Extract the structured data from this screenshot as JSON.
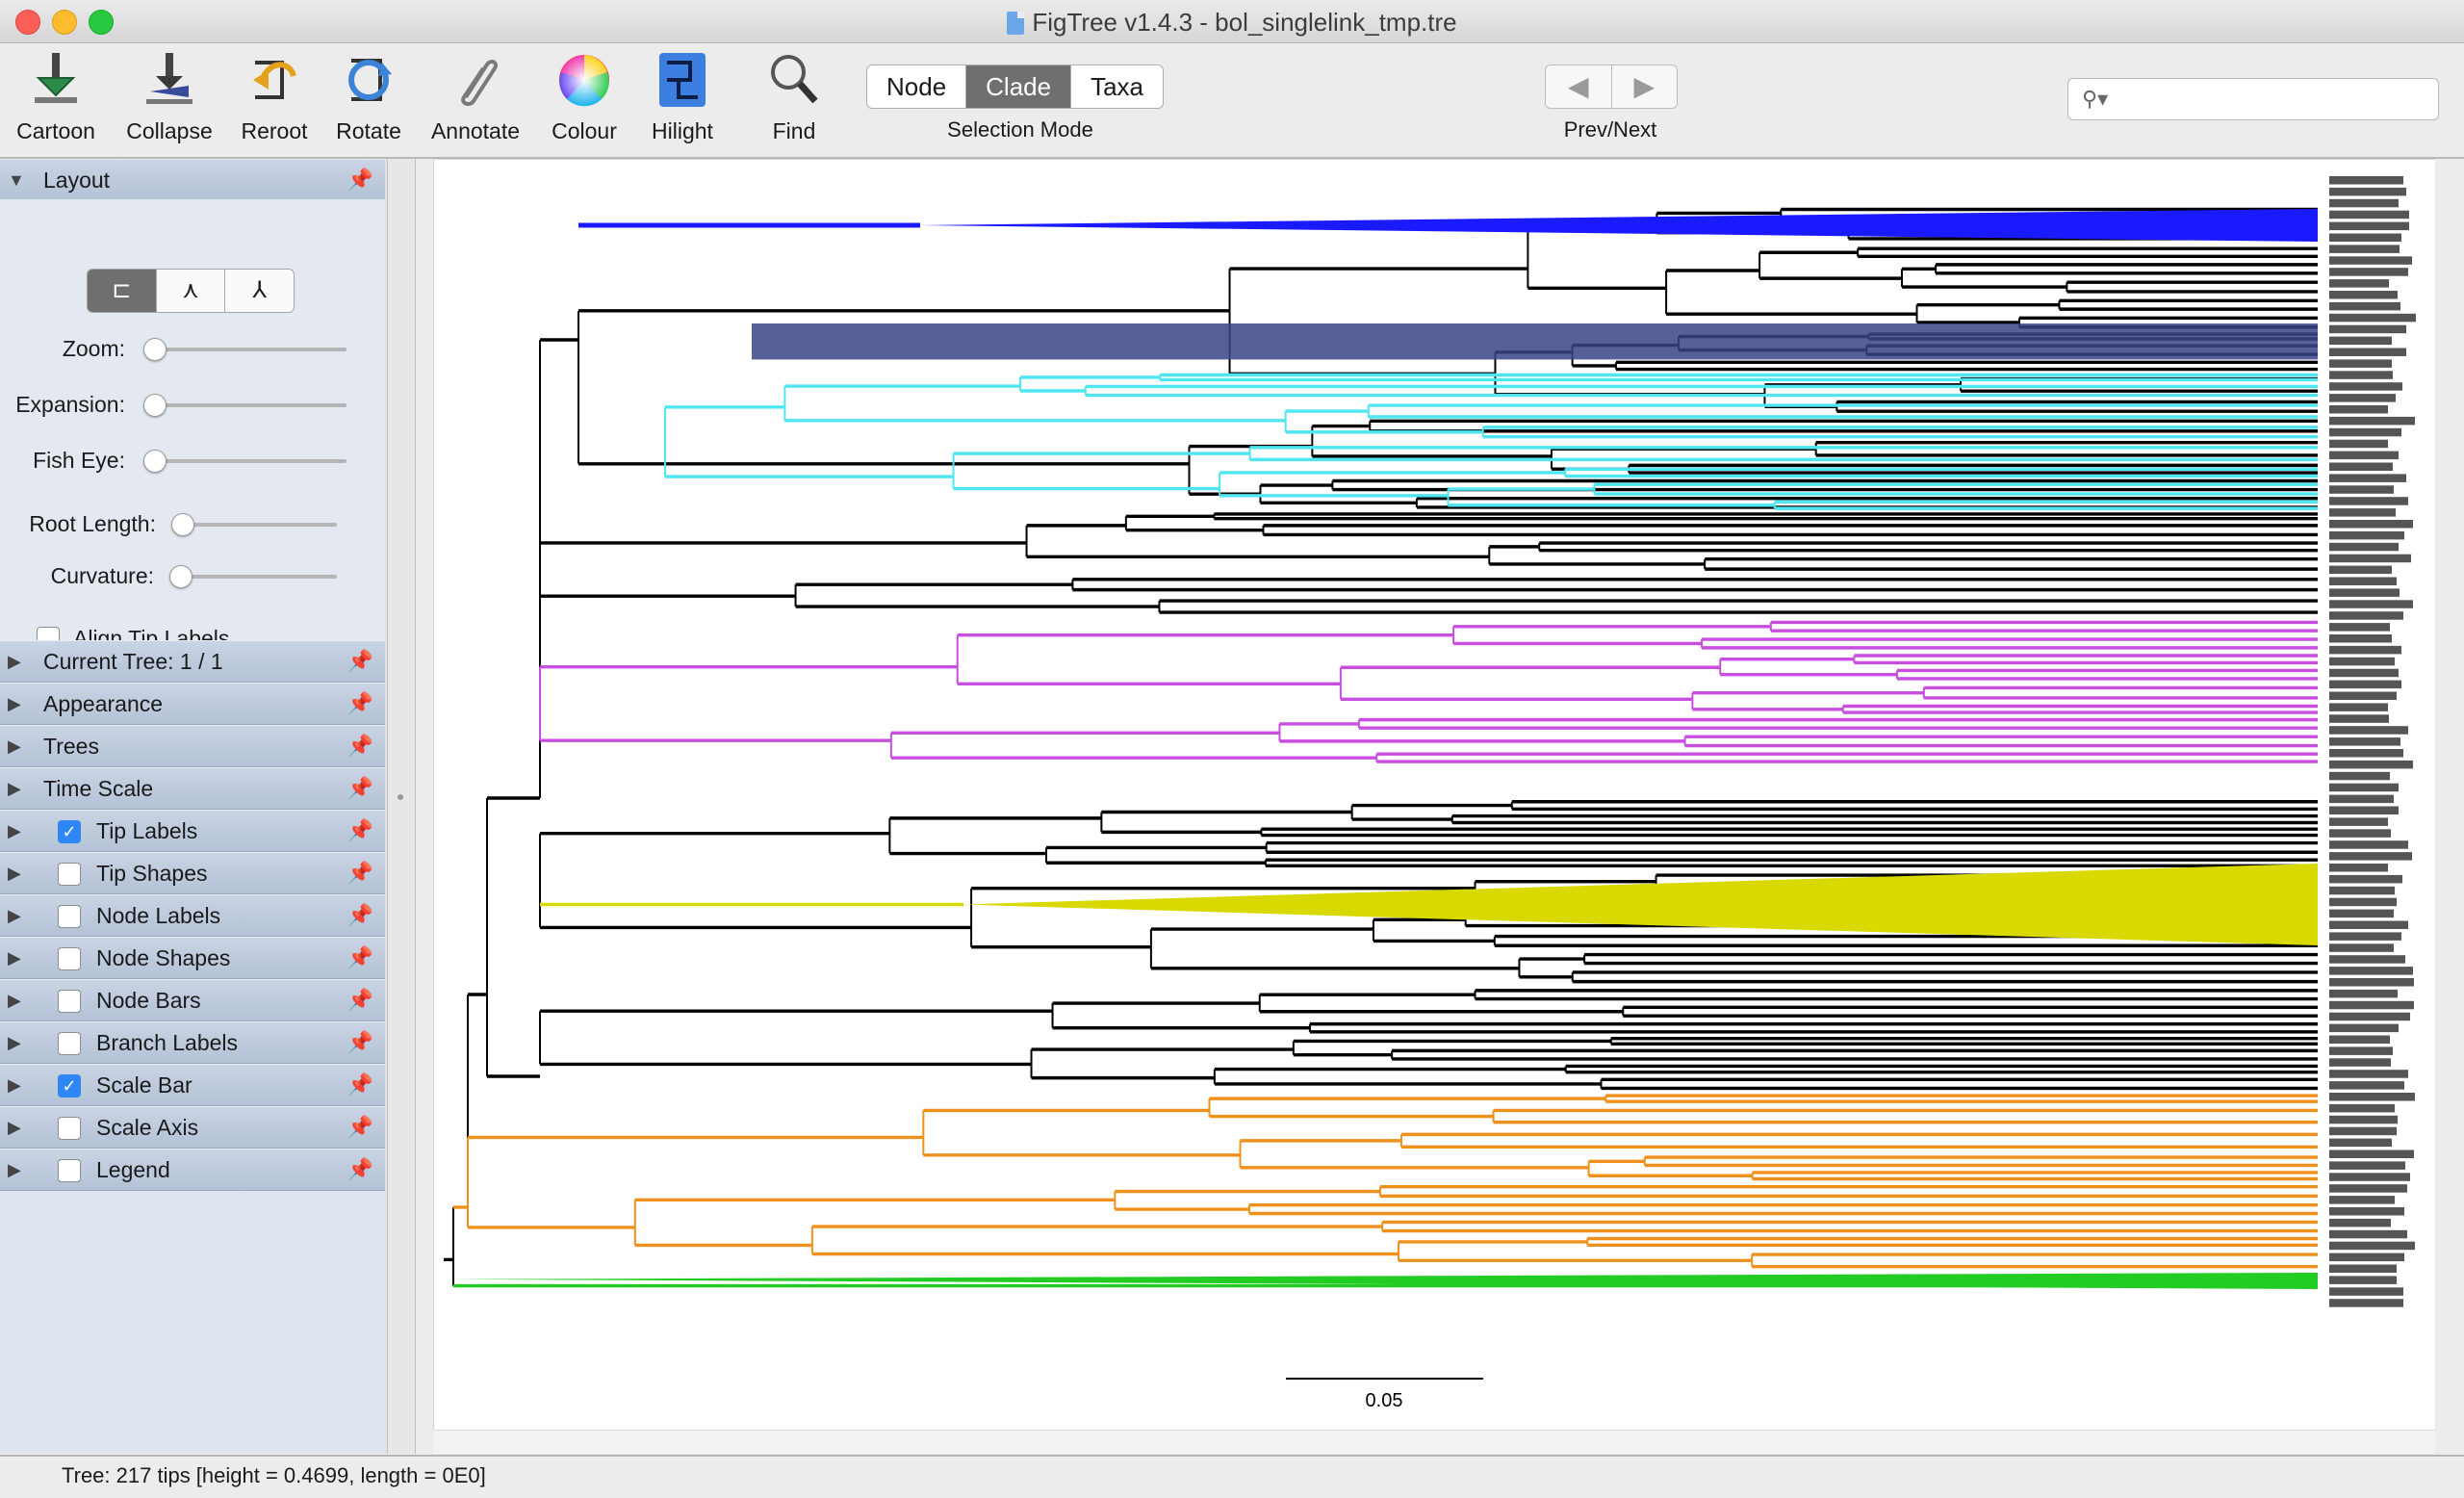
{
  "window": {
    "title": "FigTree v1.4.3 - bol_singlelink_tmp.tre"
  },
  "toolbar": {
    "tools": [
      {
        "label": "Cartoon",
        "icon": "cartoon-icon"
      },
      {
        "label": "Collapse",
        "icon": "collapse-icon"
      },
      {
        "label": "Reroot",
        "icon": "reroot-icon"
      },
      {
        "label": "Rotate",
        "icon": "rotate-icon"
      },
      {
        "label": "Annotate",
        "icon": "annotate-paperclip-icon"
      },
      {
        "label": "Colour",
        "icon": "colour-wheel-icon"
      },
      {
        "label": "Hilight",
        "icon": "hilight-icon"
      },
      {
        "label": "Find",
        "icon": "magnifier-icon"
      }
    ],
    "selection_mode": {
      "options": [
        "Node",
        "Clade",
        "Taxa"
      ],
      "selected": "Clade",
      "caption": "Selection Mode"
    },
    "nav": {
      "prev": "◀",
      "next": "▶",
      "caption": "Prev/Next"
    },
    "search": {
      "value": "",
      "placeholder": ""
    }
  },
  "panel": {
    "layout": {
      "title": "Layout",
      "layout_buttons": [
        "rectangular-layout-icon",
        "polar-layout-icon",
        "radial-layout-icon"
      ],
      "sliders": [
        {
          "label": "Zoom:",
          "value": 0
        },
        {
          "label": "Expansion:",
          "value": 0
        },
        {
          "label": "Fish Eye:",
          "value": 0
        },
        {
          "label": "Root Length:",
          "value": 0
        },
        {
          "label": "Curvature:",
          "value": 0
        }
      ],
      "align_tip_labels": "Align Tip Labels",
      "align_checked": false
    },
    "sections": [
      {
        "label": "Current Tree: 1 / 1",
        "checkbox": null
      },
      {
        "label": "Appearance",
        "checkbox": null
      },
      {
        "label": "Trees",
        "checkbox": null
      },
      {
        "label": "Time Scale",
        "checkbox": null
      },
      {
        "label": "Tip Labels",
        "checkbox": true
      },
      {
        "label": "Tip Shapes",
        "checkbox": false
      },
      {
        "label": "Node Labels",
        "checkbox": false
      },
      {
        "label": "Node Shapes",
        "checkbox": false
      },
      {
        "label": "Node Bars",
        "checkbox": false
      },
      {
        "label": "Branch Labels",
        "checkbox": false
      },
      {
        "label": "Scale Bar",
        "checkbox": true
      },
      {
        "label": "Scale Axis",
        "checkbox": false
      },
      {
        "label": "Legend",
        "checkbox": false
      }
    ]
  },
  "tree": {
    "colors": {
      "default": "#000000",
      "blue": "#1a1aff",
      "cyan": "#4ee6f0",
      "magenta": "#c84ee0",
      "olive": "#d9d900",
      "orange": "#f0901c",
      "green": "#22cc22",
      "highlight": "#3a4486"
    },
    "scale_bar_label": "0.05"
  },
  "status": {
    "text": "Tree: 217 tips [height = 0.4699, length = 0E0]"
  }
}
